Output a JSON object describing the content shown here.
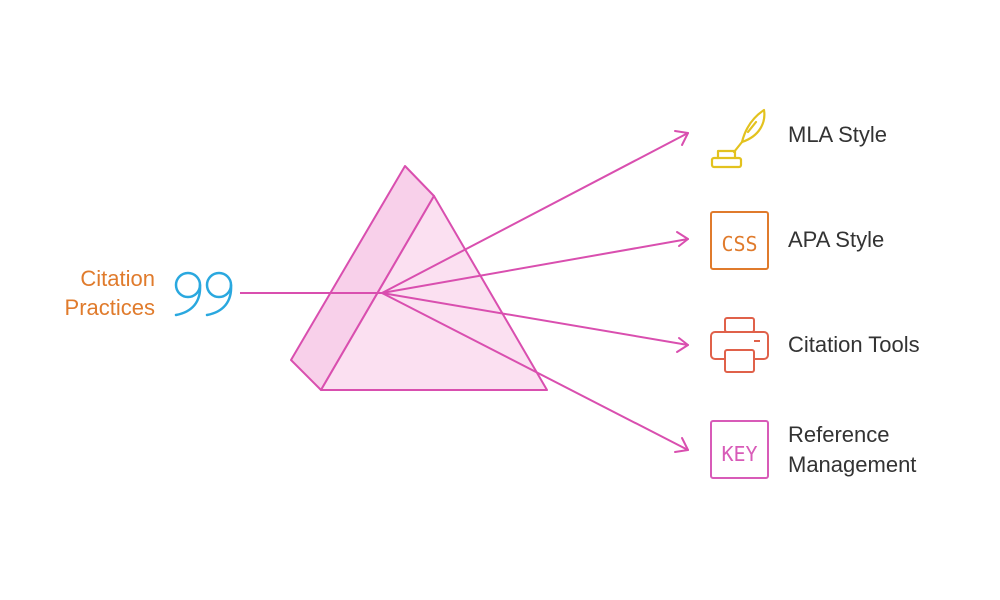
{
  "input": {
    "label_line1": "Citation",
    "label_line2": "Practices",
    "icon": "quote-icon"
  },
  "outputs": [
    {
      "label": "MLA Style",
      "icon": "quill-inkwell-icon",
      "color": "#E3C21E"
    },
    {
      "label": "APA Style",
      "icon": "css-file-icon",
      "icon_text": "CSS",
      "color": "#E07B2C"
    },
    {
      "label": "Citation Tools",
      "icon": "printer-icon",
      "color": "#E0614A"
    },
    {
      "label_line1": "Reference",
      "label_line2": "Management",
      "icon": "key-file-icon",
      "icon_text": "KEY",
      "color": "#D85BB8"
    }
  ],
  "colors": {
    "prism_stroke": "#D94FAF",
    "prism_fill": "#FBE0F1",
    "ray": "#D94FAF",
    "input_text": "#E07B2C",
    "quote_icon": "#2AA8DF",
    "output_text": "#333333"
  }
}
